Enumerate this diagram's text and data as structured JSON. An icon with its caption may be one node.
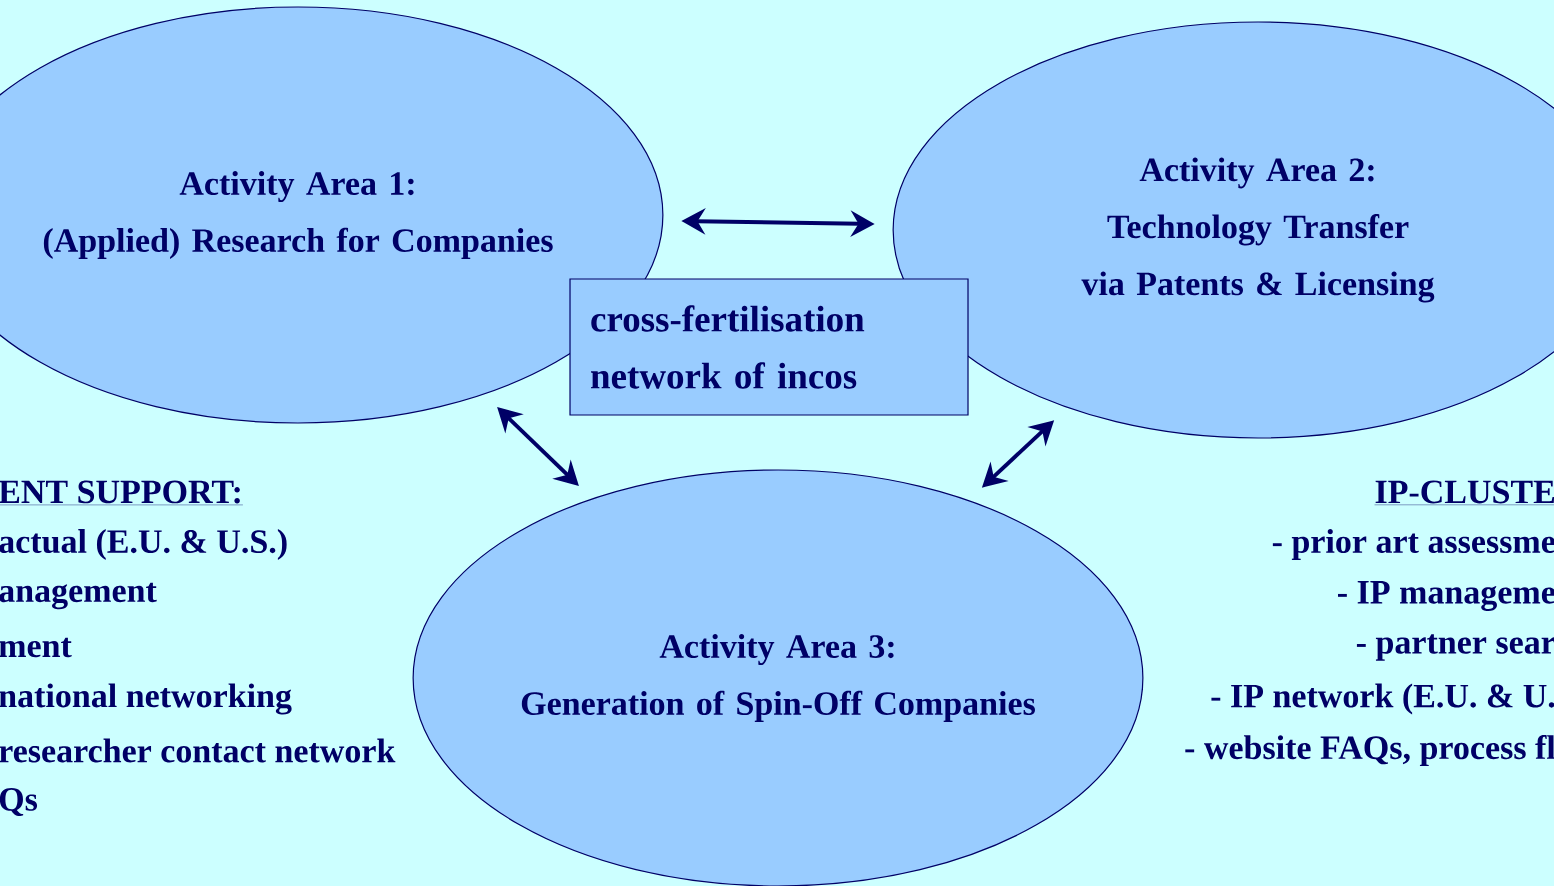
{
  "diagram": {
    "nodes": [
      {
        "text": [
          "Activity Area 1:",
          "(Applied) Research for Companies"
        ]
      },
      {
        "text": [
          "Activity Area 2:",
          "Technology Transfer via Patents & Licensing"
        ]
      },
      {
        "text": [
          "cross-fertilisation network of incos"
        ]
      },
      {
        "text": [
          "Activity Area 3:",
          "Generation of Spin-Off Companies"
        ]
      }
    ],
    "edges": [
      {
        "from": 0,
        "to": 1,
        "arrow": "both"
      },
      {
        "from": 0,
        "to": 3,
        "arrow": "both"
      },
      {
        "from": 3,
        "to": 1,
        "arrow": "both"
      }
    ],
    "labels": [
      "ENT SUPPORT:",
      "actual (E.U. & U.S.)",
      "anagement",
      "ment",
      "national networking",
      "researcher contact network",
      "Qs",
      "IP-CLUSTE",
      "- prior art assessme",
      "- IP manageme",
      "- partner sear",
      "- IP network (E.U. & U.",
      "- website FAQs, process fl"
    ]
  }
}
